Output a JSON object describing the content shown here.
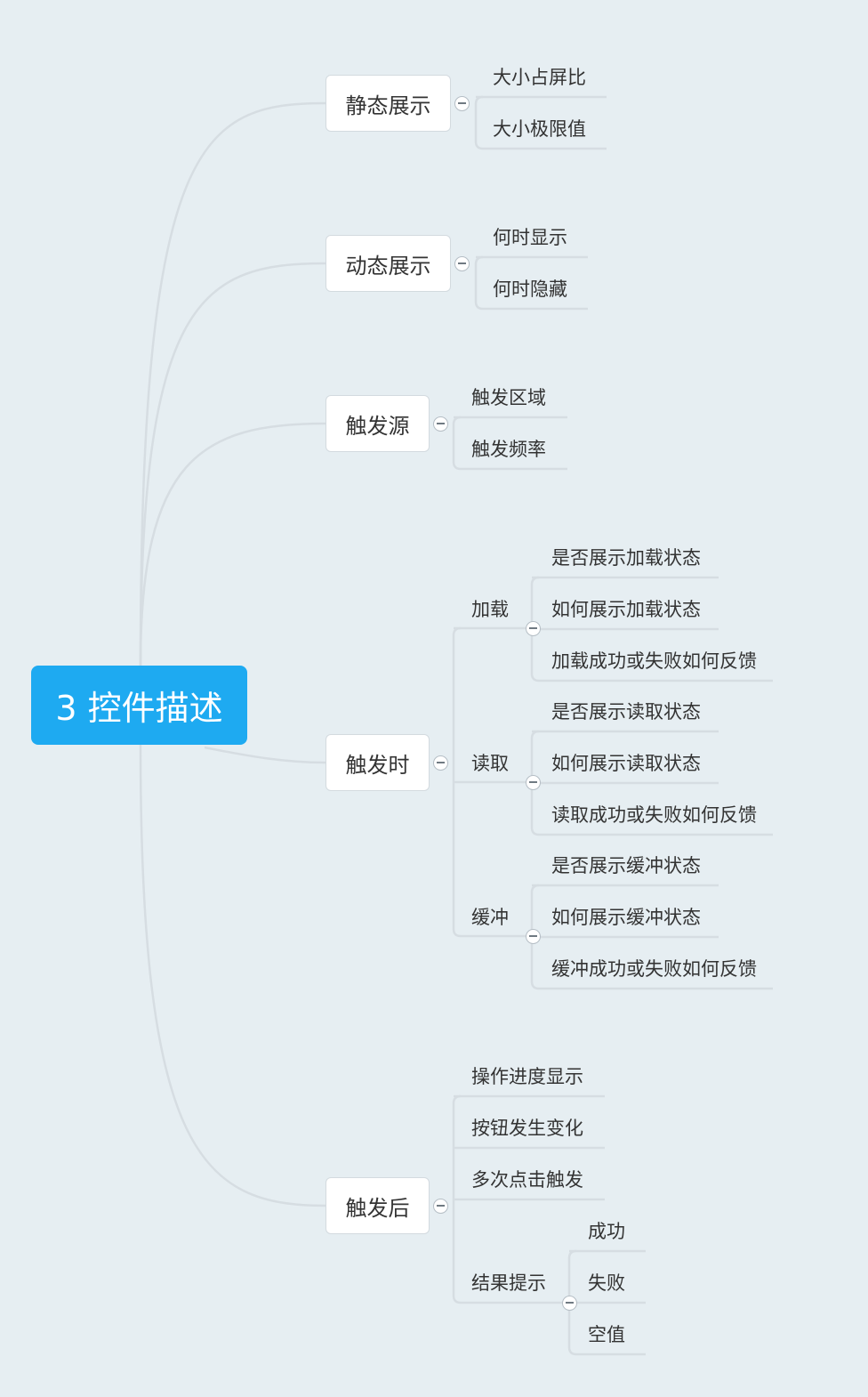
{
  "root": {
    "label": "3 控件描述"
  },
  "branches": [
    {
      "label": "静态展示",
      "children": [
        {
          "label": "大小占屏比"
        },
        {
          "label": "大小极限值"
        }
      ]
    },
    {
      "label": "动态展示",
      "children": [
        {
          "label": "何时显示"
        },
        {
          "label": "何时隐藏"
        }
      ]
    },
    {
      "label": "触发源",
      "children": [
        {
          "label": "触发区域"
        },
        {
          "label": "触发频率"
        }
      ]
    },
    {
      "label": "触发时",
      "children": [
        {
          "label": "加载",
          "children": [
            {
              "label": "是否展示加载状态"
            },
            {
              "label": "如何展示加载状态"
            },
            {
              "label": "加载成功或失败如何反馈"
            }
          ]
        },
        {
          "label": "读取",
          "children": [
            {
              "label": "是否展示读取状态"
            },
            {
              "label": "如何展示读取状态"
            },
            {
              "label": "读取成功或失败如何反馈"
            }
          ]
        },
        {
          "label": "缓冲",
          "children": [
            {
              "label": "是否展示缓冲状态"
            },
            {
              "label": "如何展示缓冲状态"
            },
            {
              "label": "缓冲成功或失败如何反馈"
            }
          ]
        }
      ]
    },
    {
      "label": "触发后",
      "children": [
        {
          "label": "操作进度显示"
        },
        {
          "label": "按钮发生变化"
        },
        {
          "label": "多次点击触发"
        },
        {
          "label": "结果提示",
          "children": [
            {
              "label": "成功"
            },
            {
              "label": "失败"
            },
            {
              "label": "空值"
            }
          ]
        }
      ]
    }
  ],
  "colors": {
    "background": "#e6eef2",
    "root_fill": "#1eaaf1",
    "connector": "#d6dde2",
    "text": "#333333"
  },
  "icons": {
    "collapse_toggle": "minus-circle-icon"
  }
}
